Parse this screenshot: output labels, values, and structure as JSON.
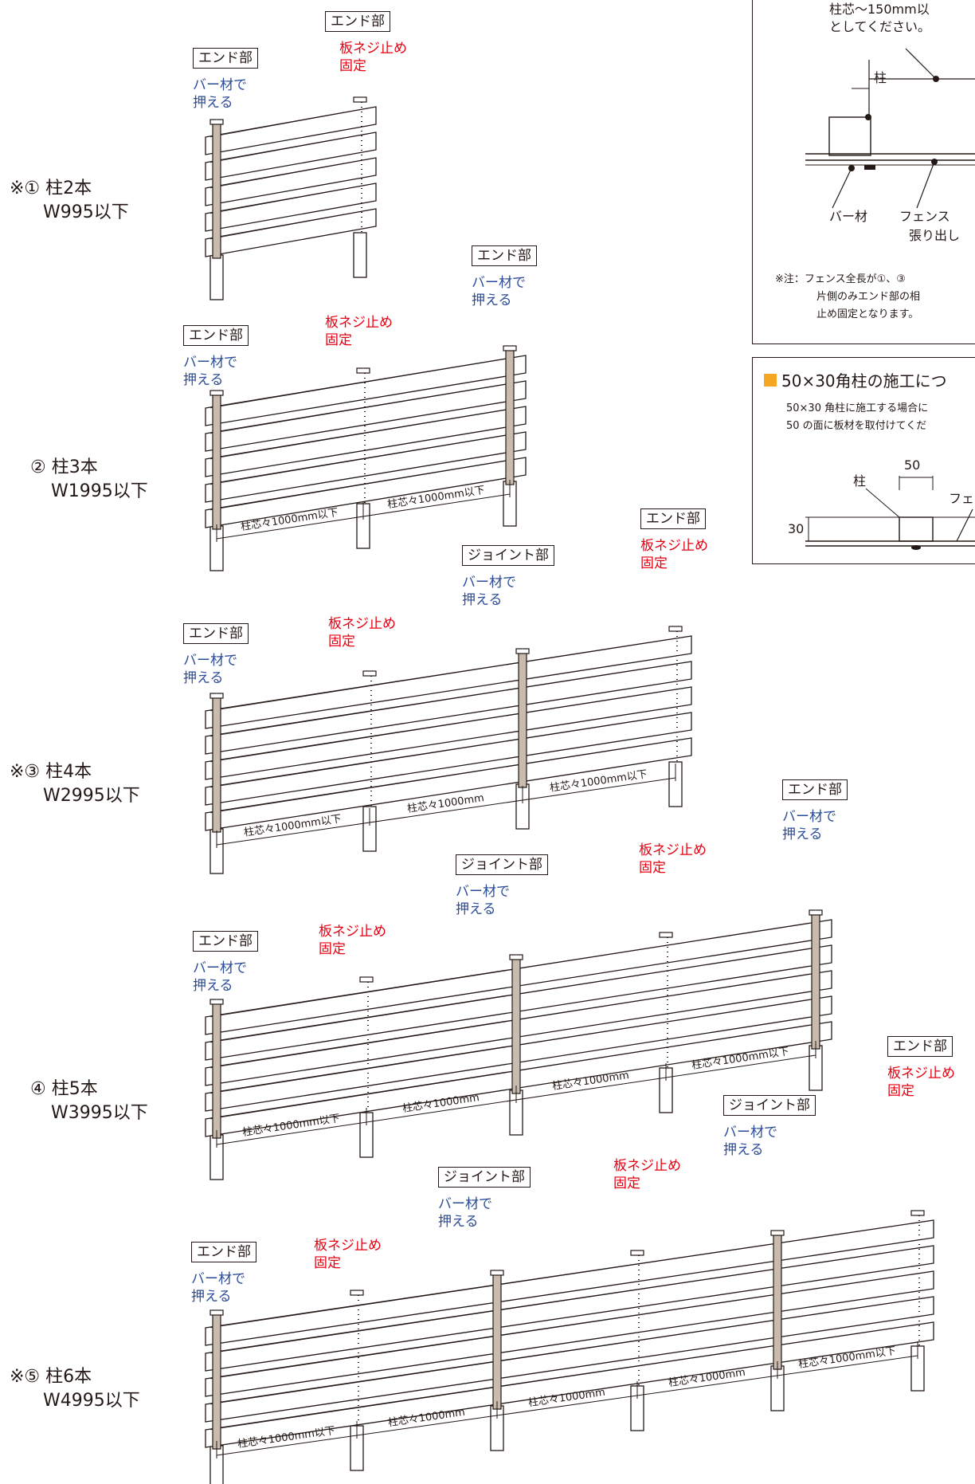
{
  "labels": {
    "end": "エンド部",
    "joint": "ジョイント部",
    "bar_press": "バー材で\n押える",
    "screw_fix": "板ネジ止め\n固定",
    "pitch_max": "柱芯々1000mm以下",
    "pitch": "柱芯々1000mm"
  },
  "rows": [
    {
      "mark": "※①",
      "posts": "柱2本",
      "width": "W995以下"
    },
    {
      "mark": "②",
      "posts": "柱3本",
      "width": "W1995以下"
    },
    {
      "mark": "※③",
      "posts": "柱4本",
      "width": "W2995以下"
    },
    {
      "mark": "④",
      "posts": "柱5本",
      "width": "W3995以下"
    },
    {
      "mark": "※⑤",
      "posts": "柱6本",
      "width": "W4995以下"
    }
  ],
  "panel_top": {
    "text1": "柱芯〜150mm以",
    "text2": "としてください。",
    "post": "柱",
    "bar": "バー材",
    "fence": "フェンス",
    "overhang": "張り出し",
    "note1": "※注：フェンス全長が①、③",
    "note2": "片側のみエンド部の相",
    "note3": "止め固定となります。"
  },
  "panel_bottom": {
    "title": "50×30角柱の施工につ",
    "desc1": "50×30 角柱に施工する場合に",
    "desc2": "50 の面に板材を取付けてくだ",
    "post": "柱",
    "dim50": "50",
    "dim30": "30",
    "fence": "フェ"
  },
  "colors": {
    "blue": "#2b4c9a",
    "red": "#e60012",
    "post": "#c8bcb0",
    "accent": "#f5a623"
  }
}
